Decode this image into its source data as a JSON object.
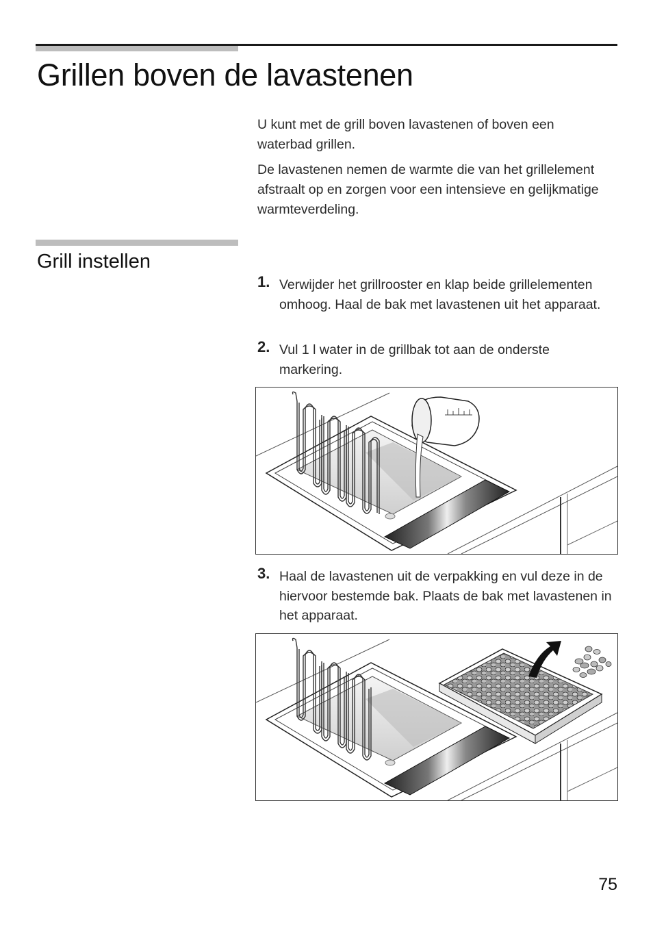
{
  "header": {
    "title": "Grillen boven de lavastenen"
  },
  "intro": {
    "p1": "U kunt met de grill boven lavastenen of boven een waterbad grillen.",
    "p2": "De lavastenen nemen de warmte die van het grillelement afstraalt op en zorgen voor een intensieve en gelijkmatige warmteverdeling."
  },
  "section": {
    "title": "Grill instellen",
    "steps": [
      {
        "num": "1.",
        "text": "Verwijder het grillrooster en klap beide grillelementen omhoog. Haal de bak met lavastenen uit het apparaat."
      },
      {
        "num": "2.",
        "text": "Vul 1 l water in de grillbak tot aan de onderste markering."
      },
      {
        "num": "3.",
        "text": "Haal de lavastenen uit de verpakking en vul deze in de hiervoor bestemde bak. Plaats de bak met lavastenen in het apparaat."
      }
    ]
  },
  "figures": {
    "fig1": {
      "icon": "water-pouring-illustration"
    },
    "fig2": {
      "icon": "lava-stones-tray-illustration"
    }
  },
  "footer": {
    "page_number": "75"
  }
}
